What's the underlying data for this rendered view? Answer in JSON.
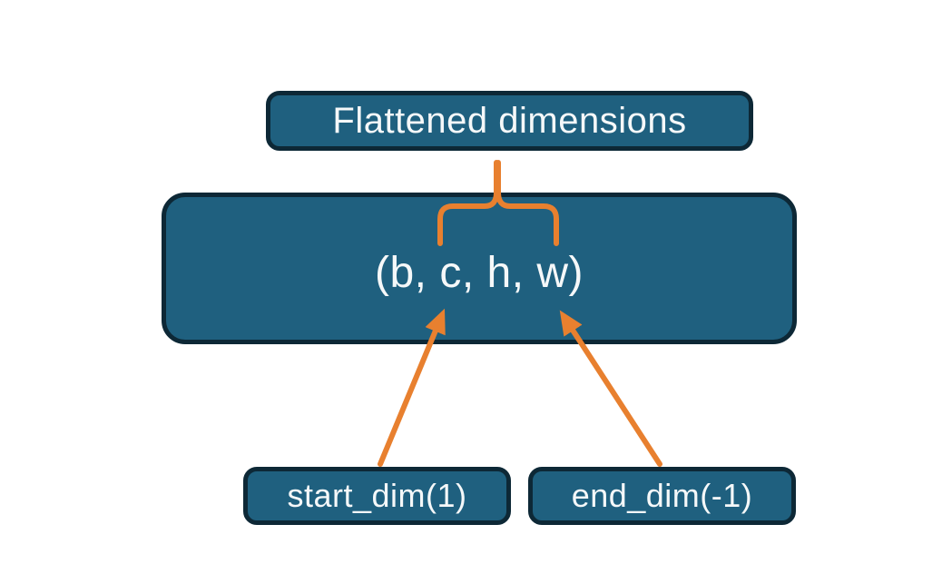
{
  "diagram": {
    "nodes": {
      "title": {
        "label": "Flattened dimensions"
      },
      "tensor": {
        "label": "(b, c, h, w)"
      },
      "start_dim": {
        "label": "start_dim(1)"
      },
      "end_dim": {
        "label": "end_dim(-1)"
      }
    },
    "colors": {
      "background": "#ffffff",
      "box_fill": "#1f607f",
      "box_border": "#0d2836",
      "arrow": "#e8802f",
      "text": "#f5f8f9"
    }
  }
}
